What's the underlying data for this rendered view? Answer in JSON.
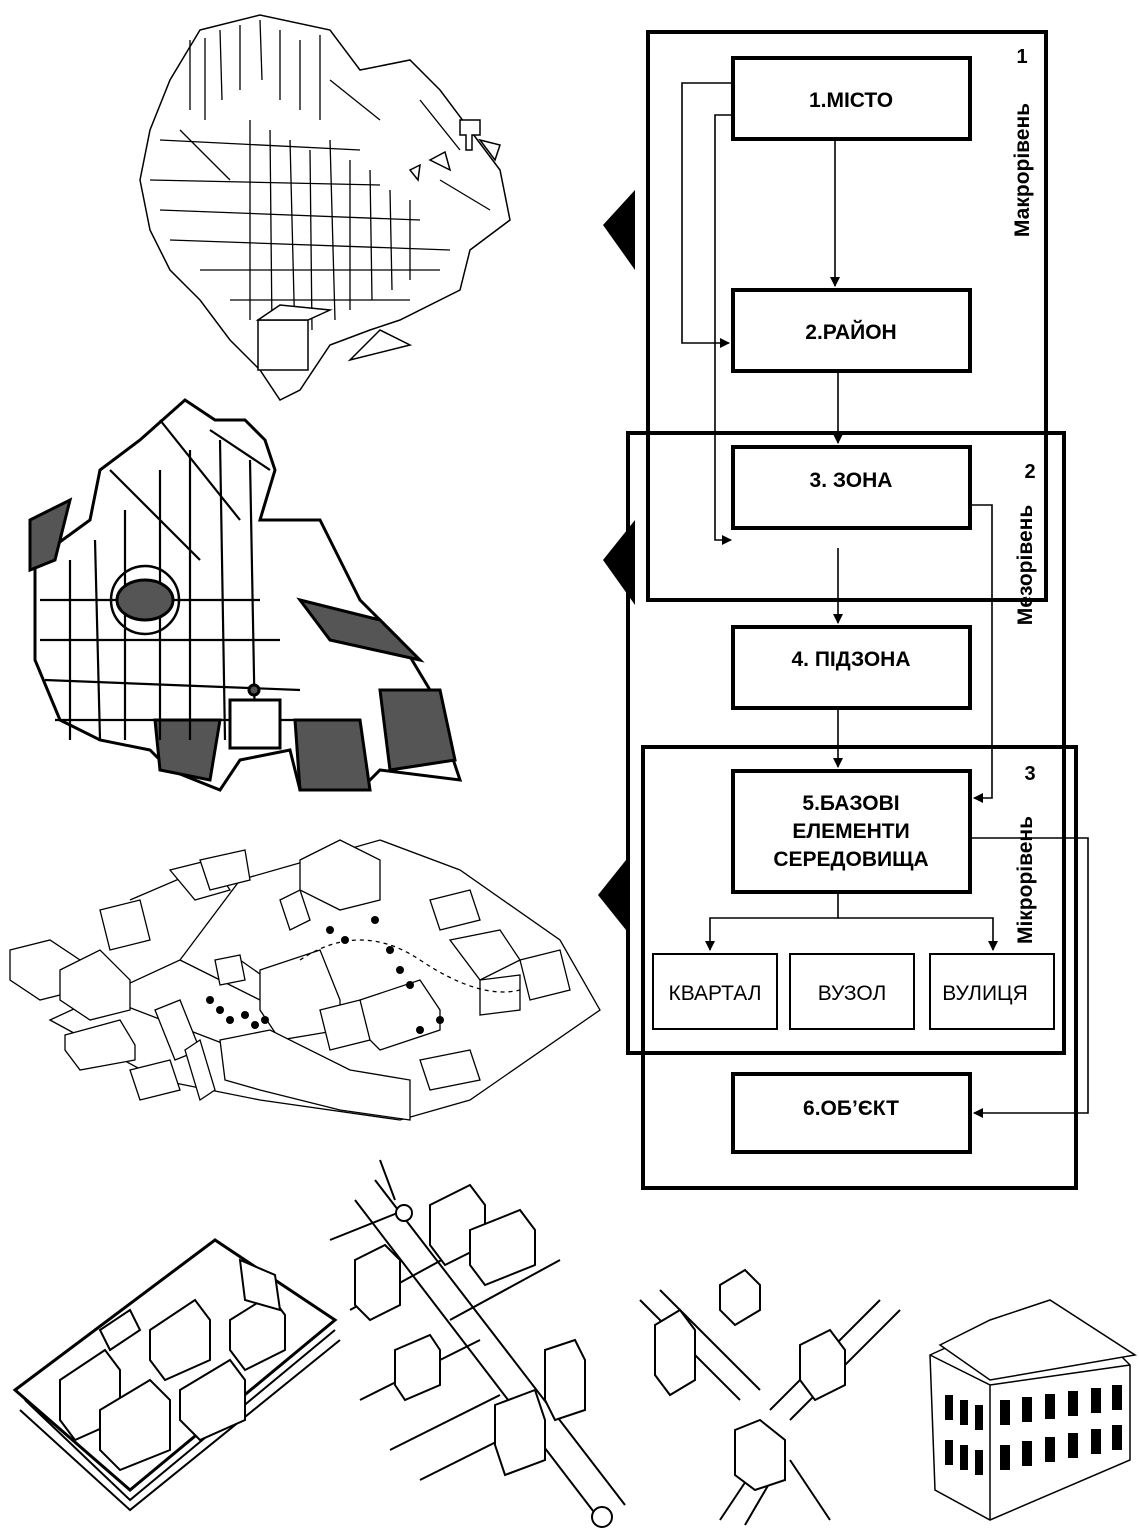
{
  "levels": [
    {
      "number": "1",
      "name": "Макрорівень"
    },
    {
      "number": "2",
      "name": "Мезорівень"
    },
    {
      "number": "3",
      "name": "Мікрорівень"
    }
  ],
  "nodes": {
    "city": "1.МІСТО",
    "district": "2.РАЙОН",
    "zone": "3. ЗОНА",
    "subzone": "4. ПІДЗОНА",
    "base": [
      "5.БАЗОВІ",
      "ЕЛЕМЕНТИ",
      "СЕРЕДОВИЩА"
    ],
    "object": "6.ОБ’ЄКТ"
  },
  "elements": [
    "КВАРТАЛ",
    "ВУЗОЛ",
    "ВУЛИЦЯ"
  ],
  "illustrations": [
    {
      "name": "city-plan-sketch"
    },
    {
      "name": "district-plan-sketch"
    },
    {
      "name": "zone-axonometric-sketch"
    },
    {
      "name": "quarter-block-sketch"
    },
    {
      "name": "street-sketch"
    },
    {
      "name": "node-sketch"
    },
    {
      "name": "object-building-sketch"
    }
  ],
  "colors": {
    "stroke": "#000000",
    "fill_dark": "#555555",
    "background": "#ffffff"
  }
}
